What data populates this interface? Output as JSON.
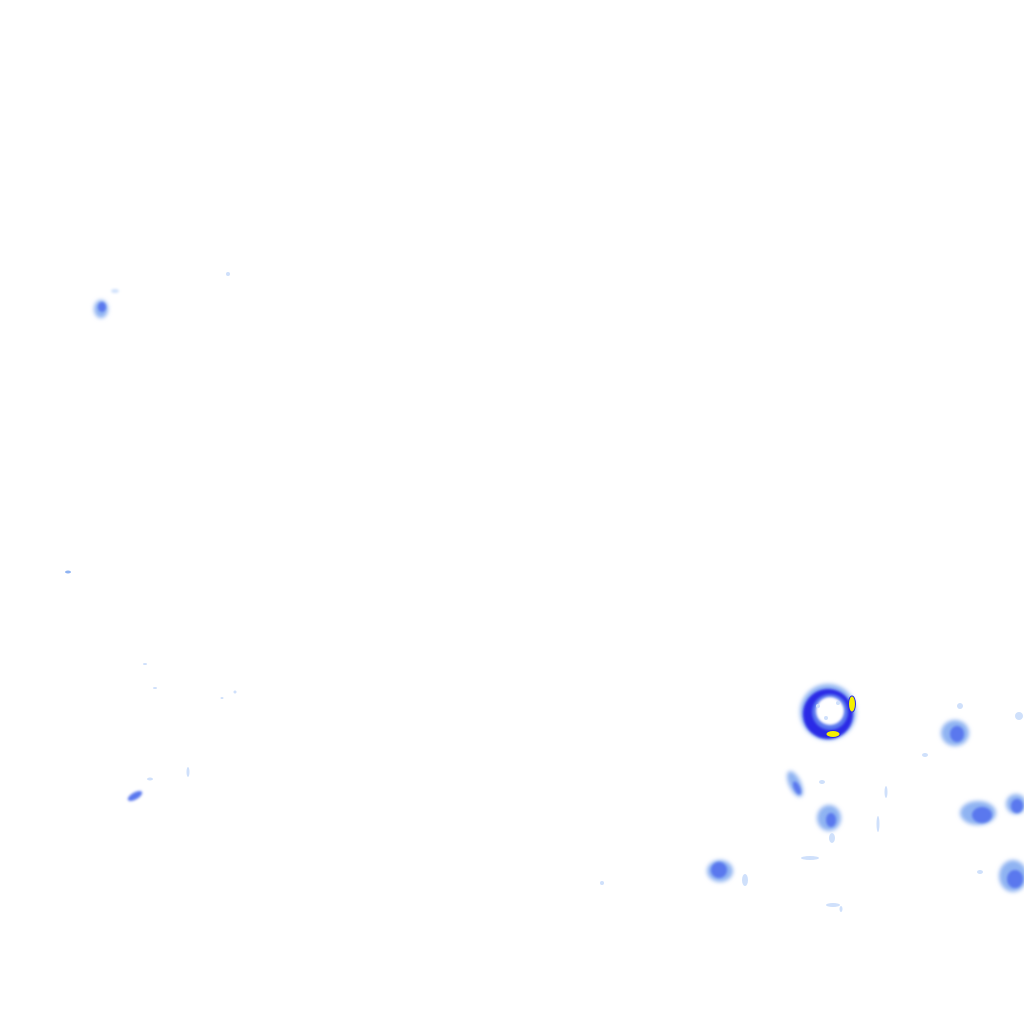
{
  "map": {
    "layer": "precipitation-radar-overlay",
    "background_color": "#ffffff",
    "intensity_palette": {
      "very_light": "#cfe0fb",
      "light": "#8fb3f2",
      "moderate": "#5a78ee",
      "heavy": "#2a2ae6",
      "intense": "#f5f000"
    },
    "echo_cells": [
      {
        "name": "echo-cell-northwest",
        "intensity": "light"
      },
      {
        "name": "echo-cell-west-streak",
        "intensity": "moderate"
      },
      {
        "name": "echo-cell-ring",
        "intensity": "heavy",
        "core": "intense"
      },
      {
        "name": "echo-cell-east",
        "intensity": "moderate"
      },
      {
        "name": "echo-cell-southeast",
        "intensity": "moderate"
      },
      {
        "name": "echo-cell-south",
        "intensity": "moderate"
      },
      {
        "name": "echo-cell-center-south",
        "intensity": "light"
      },
      {
        "name": "echo-cell-far-east",
        "intensity": "moderate"
      }
    ]
  }
}
